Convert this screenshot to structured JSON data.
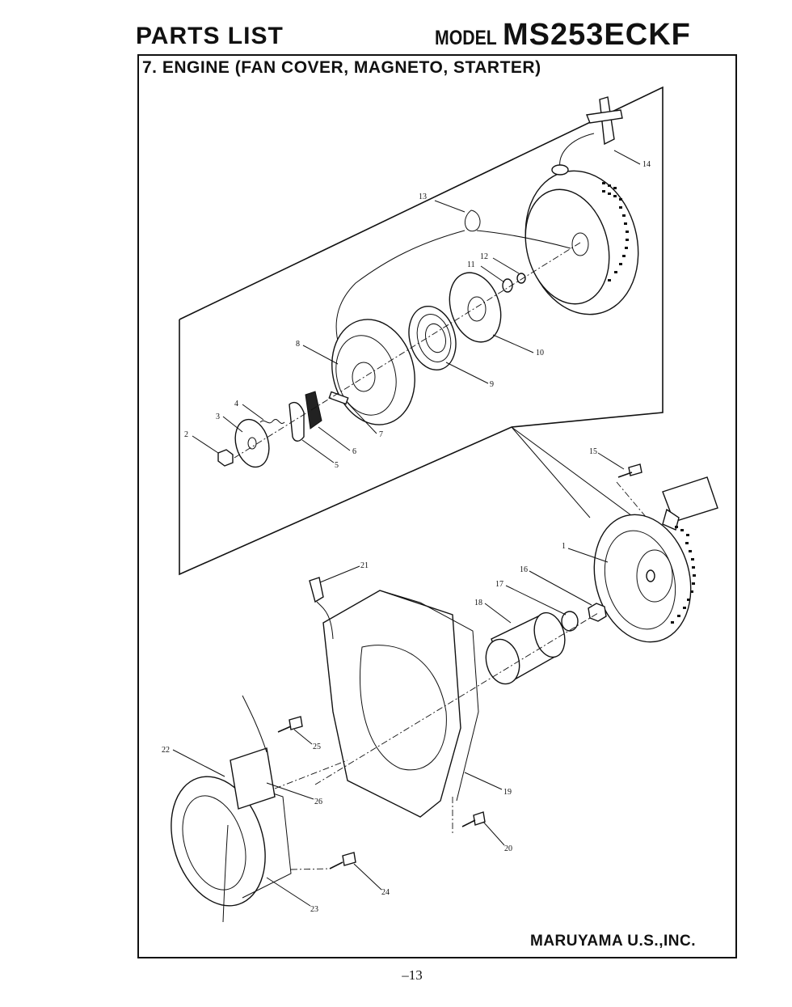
{
  "header": {
    "title": "PARTS LIST",
    "model_word": "MODEL",
    "model_number": "MS253ECKF"
  },
  "section_title": "7. ENGINE (FAN COVER, MAGNETO, STARTER)",
  "footer": {
    "brand": "MARUYAMA U.S.,INC.",
    "page": "–13"
  },
  "callouts": {
    "c1": "1",
    "c2": "2",
    "c3": "3",
    "c4": "4",
    "c5": "5",
    "c6": "6",
    "c7": "7",
    "c8": "8",
    "c9": "9",
    "c10": "10",
    "c11": "11",
    "c12": "12",
    "c13": "13",
    "c14": "14",
    "c15": "15",
    "c16": "16",
    "c17": "17",
    "c18": "18",
    "c19": "19",
    "c20": "20",
    "c21": "21",
    "c22": "22",
    "c23": "23",
    "c24": "24",
    "c25": "25",
    "c26": "26"
  },
  "icons": [
    "recoil-starter-assembly",
    "starter-handle",
    "rope",
    "fan-cover",
    "flywheel",
    "ignition-coil",
    "bolt",
    "nut",
    "washer",
    "pulley",
    "spring",
    "pawl"
  ]
}
